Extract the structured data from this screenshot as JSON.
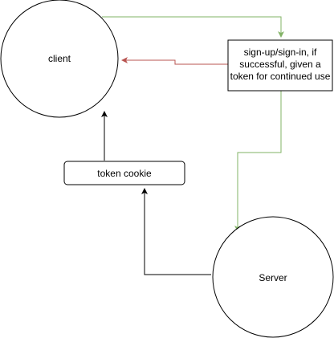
{
  "nodes": {
    "client": {
      "label": "client"
    },
    "server": {
      "label": "Server"
    },
    "auth_step": {
      "lines": [
        "sign-up/sign-in, if",
        "successful, given a",
        "token for continued use"
      ]
    },
    "token_cookie": {
      "label": "token cookie"
    }
  },
  "colors": {
    "green_arrow": "#82b366",
    "red_arrow": "#b85450",
    "black_arrow": "#000000",
    "stroke": "#000000"
  }
}
